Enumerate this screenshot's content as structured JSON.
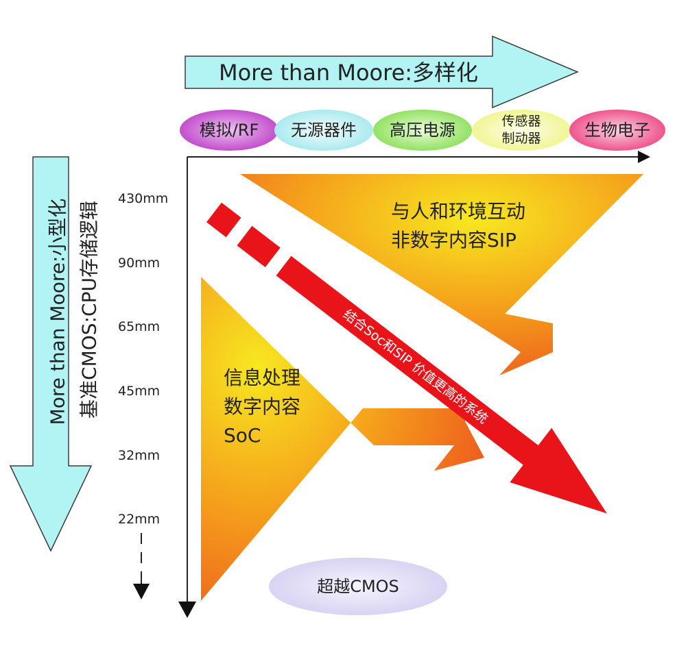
{
  "header_arrow": {
    "label": "More than Moore:多样化"
  },
  "categories": [
    {
      "label": "模拟/RF",
      "color": "#c13ac9"
    },
    {
      "label": "无源器件",
      "color": "#a8ecf0"
    },
    {
      "label": "高压电源",
      "color": "#8ee25a"
    },
    {
      "label_line1": "传感器",
      "label_line2": "制动器",
      "color": "#f3f78a"
    },
    {
      "label": "生物电子",
      "color": "#f0437f"
    }
  ],
  "left_arrow": {
    "label": "More than Moore:小型化",
    "sub_label": "基准CMOS:CPU存储逻辑"
  },
  "scale": [
    "430mm",
    "90mm",
    "65mm",
    "45mm",
    "32mm",
    "22mm"
  ],
  "upper_block": {
    "line1": "与人和环境互动",
    "line2": "非数字内容SIP"
  },
  "lower_block": {
    "line1": "信息处理",
    "line2": "数字内容",
    "line3": "SoC"
  },
  "diagonal_arrow": {
    "label": "结合Soc和SIP 价值更高的系统"
  },
  "beyond_cmos": {
    "label": "超越CMOS"
  },
  "colors": {
    "arrow_cyan": "#b2f3f4",
    "red": "#e8141a",
    "orange": "#f17a1c",
    "yellow": "#f7e21c",
    "lavender": "#dcd9f2"
  }
}
